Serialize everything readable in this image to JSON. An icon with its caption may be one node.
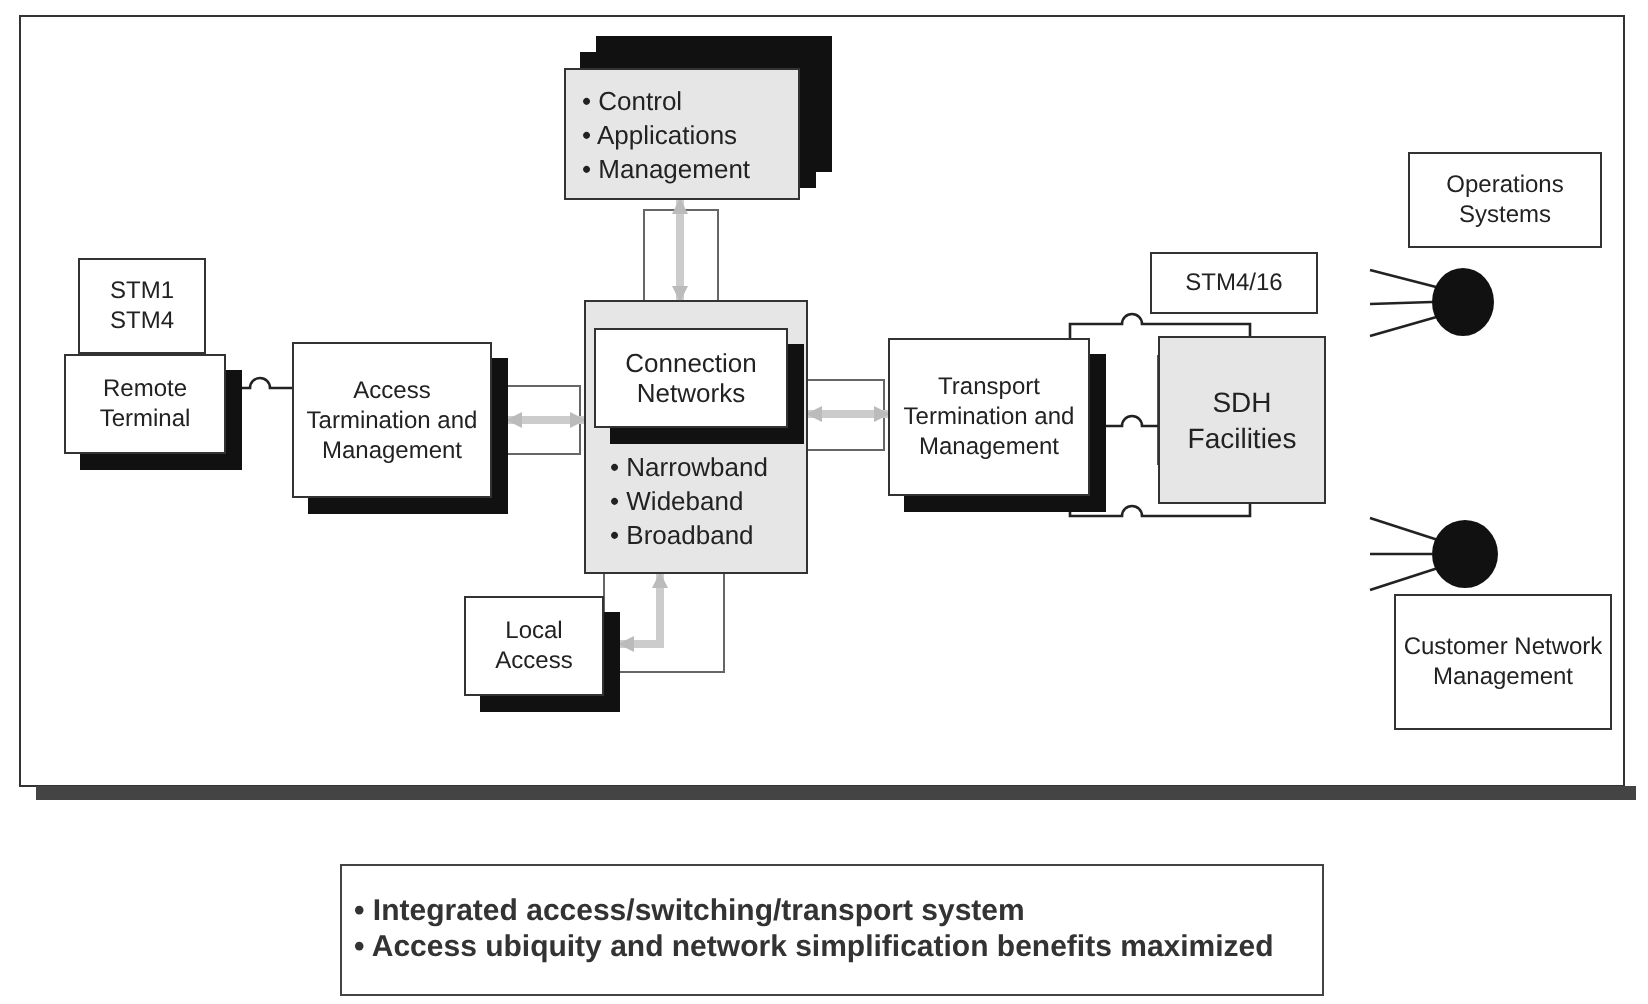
{
  "diagram": {
    "nodes": [
      {
        "text": [
          "STM1 STM4"
        ]
      },
      {
        "text": [
          "Remote Terminal"
        ]
      },
      {
        "text": [
          "Access Tarmination and Management"
        ]
      },
      {
        "text": [
          "• Control",
          "• Applications",
          "• Management"
        ]
      },
      {
        "text": [
          "• Narrowband",
          "• Wideband",
          "• Broadband"
        ]
      },
      {
        "text": [
          "Connection Networks"
        ],
        "in": 4
      },
      {
        "text": [
          "Local Access"
        ]
      },
      {
        "text": [
          "Transport Termination and Management"
        ]
      },
      {
        "text": [
          "STM4/16"
        ]
      },
      {
        "text": [
          "SDH Facilities"
        ]
      },
      {
        "text": [
          "Operations Systems"
        ]
      },
      {
        "text": [],
        "shape": "circle"
      },
      {
        "text": [],
        "shape": "circle"
      },
      {
        "text": [
          "Customer Network Management"
        ]
      },
      {
        "text": [
          "• Integrated access/switching/transport system",
          "• Access ubiquity and network simplification benefits maximized"
        ]
      }
    ],
    "edges": [
      {
        "from": 1,
        "to": 2,
        "arrow": "none"
      },
      {
        "from": 2,
        "to": 4,
        "arrow": "both",
        "style": "thick",
        "color": "#cccccc"
      },
      {
        "from": 3,
        "to": 4,
        "arrow": "both",
        "style": "thick",
        "color": "#cccccc"
      },
      {
        "from": 4,
        "to": 7,
        "arrow": "both",
        "style": "thick",
        "color": "#cccccc"
      },
      {
        "from": 4,
        "to": 6,
        "arrow": "both",
        "style": "thick",
        "color": "#cccccc"
      },
      {
        "from": 7,
        "to": 9,
        "arrow": "none"
      },
      {
        "from": 7,
        "to": 9,
        "arrow": "none"
      },
      {
        "from": 7,
        "to": 9,
        "arrow": "none"
      },
      {
        "from": null,
        "to": 11,
        "arrow": "none"
      },
      {
        "from": null,
        "to": 11,
        "arrow": "none"
      },
      {
        "from": null,
        "to": 11,
        "arrow": "none"
      },
      {
        "from": null,
        "to": 12,
        "arrow": "none"
      },
      {
        "from": null,
        "to": 12,
        "arrow": "none"
      },
      {
        "from": null,
        "to": 12,
        "arrow": "none"
      }
    ]
  }
}
